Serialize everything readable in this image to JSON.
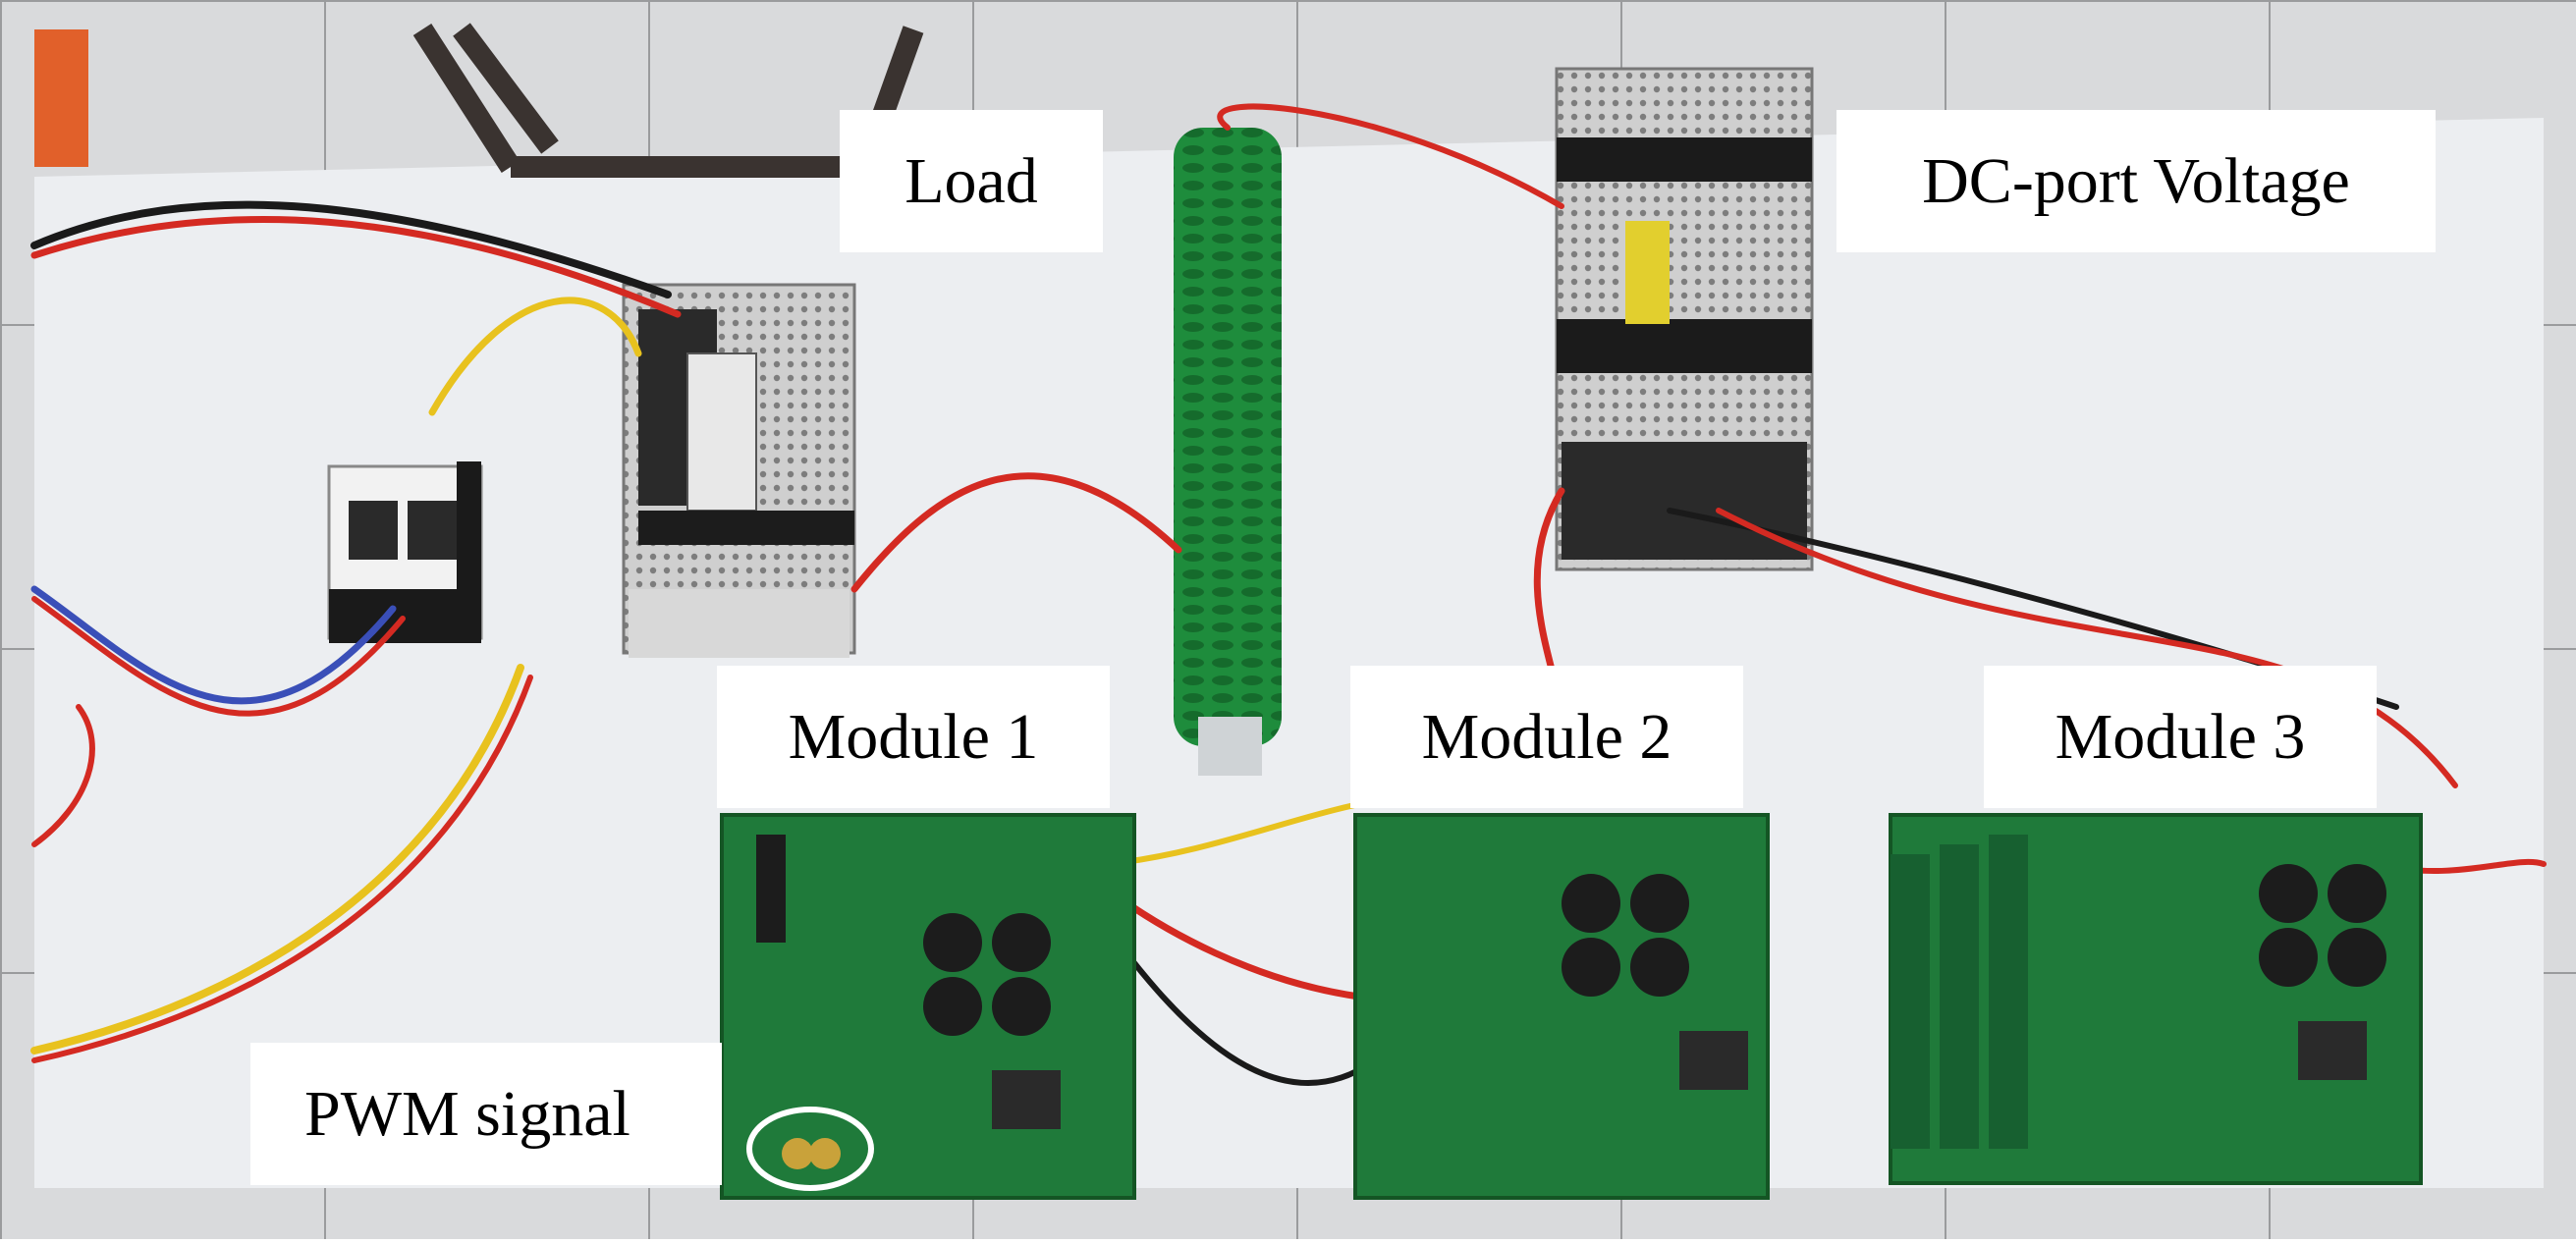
{
  "labels": {
    "load": "Load",
    "dc_port_voltage": "DC-port Voltage",
    "module_1": "Module 1",
    "module_2": "Module 2",
    "module_3": "Module 3",
    "pwm_signal": "PWM signal"
  },
  "colors": {
    "board": "#1f7a3a",
    "resistor": "#1e8c3c",
    "wire_red": "#d42a22",
    "wire_yellow": "#e8c21e",
    "wire_blue": "#3a4fb8",
    "wire_black": "#1a1a1a",
    "psu": "#c9c9c9",
    "table": "#e9ebee",
    "floor": "#d9dadc"
  }
}
